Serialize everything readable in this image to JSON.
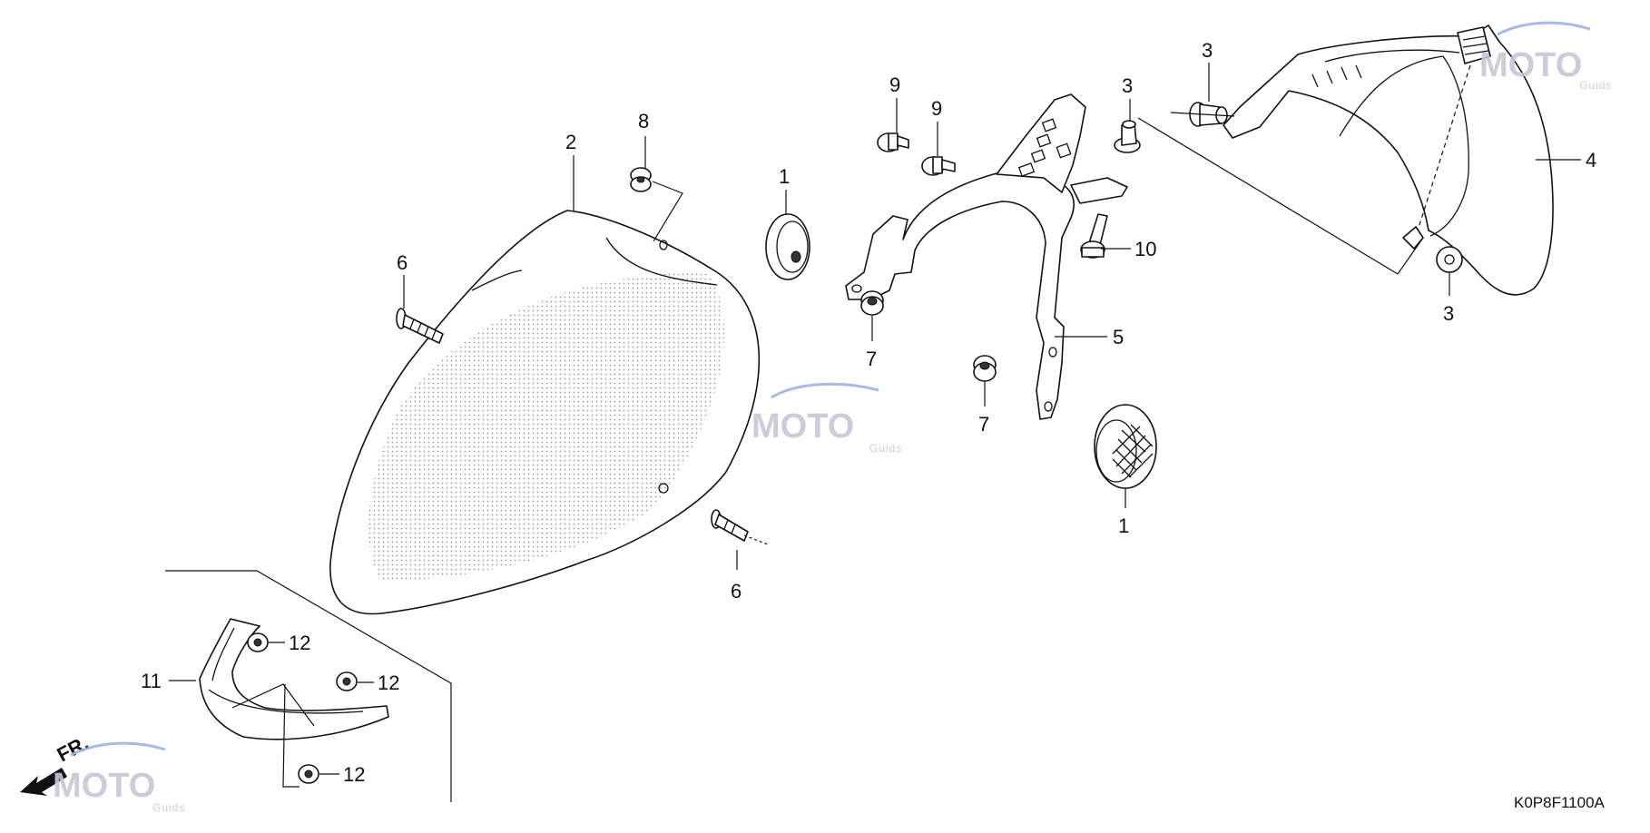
{
  "diagram": {
    "code": "K0P8F1100A",
    "front_label": "FR.",
    "watermark": {
      "text": "MOTO",
      "sub": "Guids"
    },
    "callouts": {
      "c1a": "1",
      "c1b": "1",
      "c2": "2",
      "c3a": "3",
      "c3b": "3",
      "c3c": "3",
      "c4": "4",
      "c5": "5",
      "c6a": "6",
      "c6b": "6",
      "c7a": "7",
      "c7b": "7",
      "c8": "8",
      "c9a": "9",
      "c9b": "9",
      "c10": "10",
      "c11": "11",
      "c12a": "12",
      "c12b": "12",
      "c12c": "12"
    }
  }
}
